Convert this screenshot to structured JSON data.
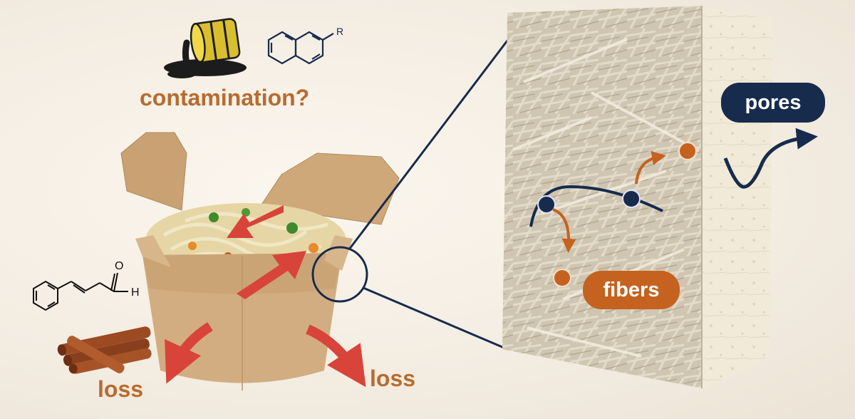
{
  "labels": {
    "contamination": "contamination?",
    "loss_left": "loss",
    "loss_right": "loss",
    "pores": "pores",
    "fibers": "fibers"
  },
  "chemistry": {
    "naphthalene_substituent": "R",
    "cinnamaldehyde_oxygen": "O",
    "cinnamaldehyde_hydrogen": "H"
  },
  "colors": {
    "accent_text": "#b86b2f",
    "navy": "#172b4d",
    "orange": "#c5621f",
    "red_arrow": "#d8443a",
    "oil_barrel": "#d9bf2e",
    "kraft_paper": "#d2ad81",
    "fiber_block": "#e6dfcf"
  },
  "icons": [
    "oil-barrel-spill-icon",
    "naphthalene-structure-icon",
    "cinnamaldehyde-structure-icon",
    "cinnamon-sticks-icon",
    "takeout-box-icon"
  ]
}
